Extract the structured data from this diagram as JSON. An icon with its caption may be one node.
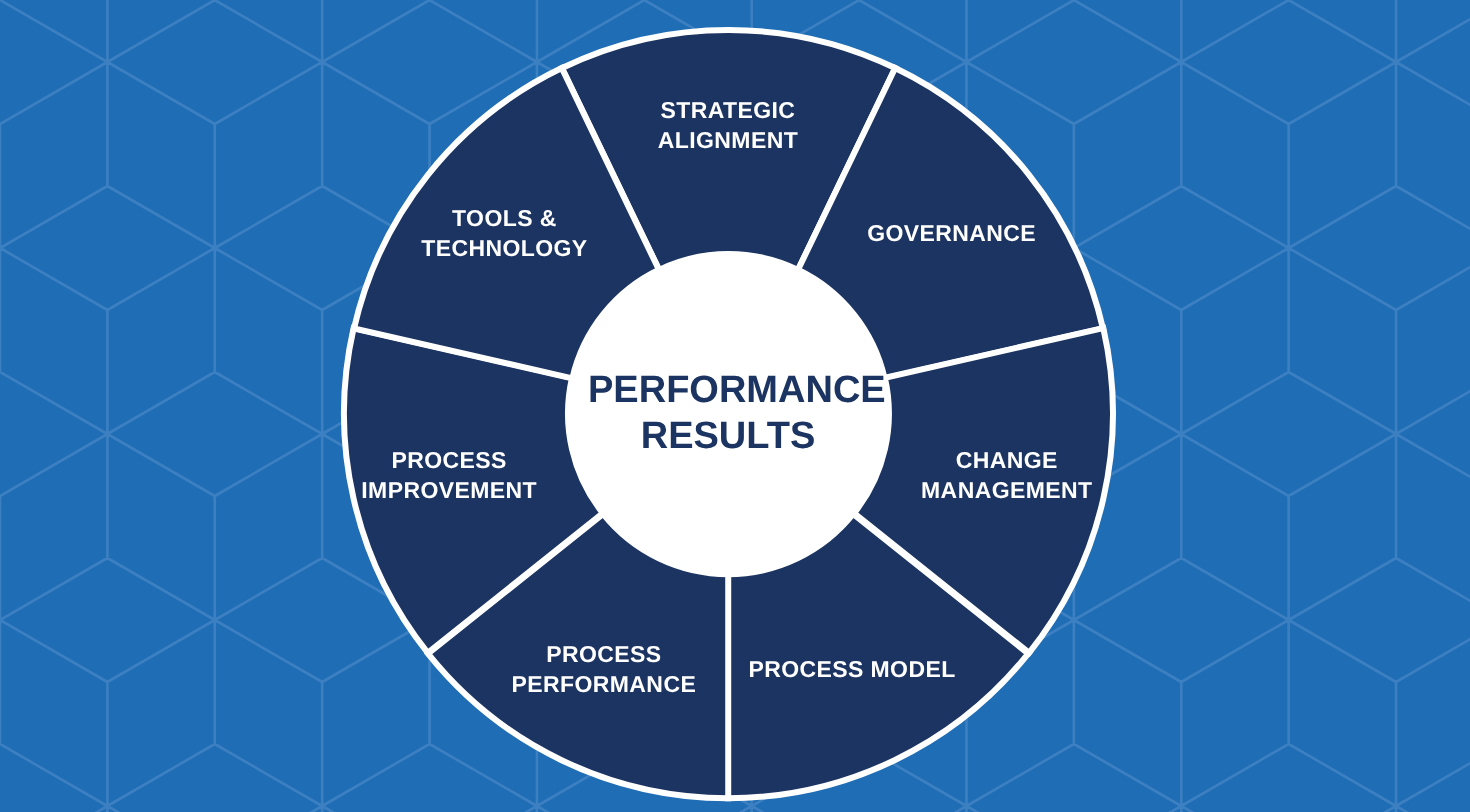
{
  "diagram": {
    "nodes": [
      {
        "text": [
          "PERFORMANCE RESULTS"
        ]
      },
      {
        "text": [
          "STRATEGIC ALIGNMENT"
        ]
      },
      {
        "text": [
          "GOVERNANCE"
        ]
      },
      {
        "text": [
          "CHANGE MANAGEMENT"
        ]
      },
      {
        "text": [
          "PROCESS MODEL"
        ]
      },
      {
        "text": [
          "PROCESS PERFORMANCE"
        ]
      },
      {
        "text": [
          "PROCESS IMPROVEMENT"
        ]
      },
      {
        "text": [
          "TOOLS & TECHNOLOGY"
        ]
      }
    ]
  }
}
